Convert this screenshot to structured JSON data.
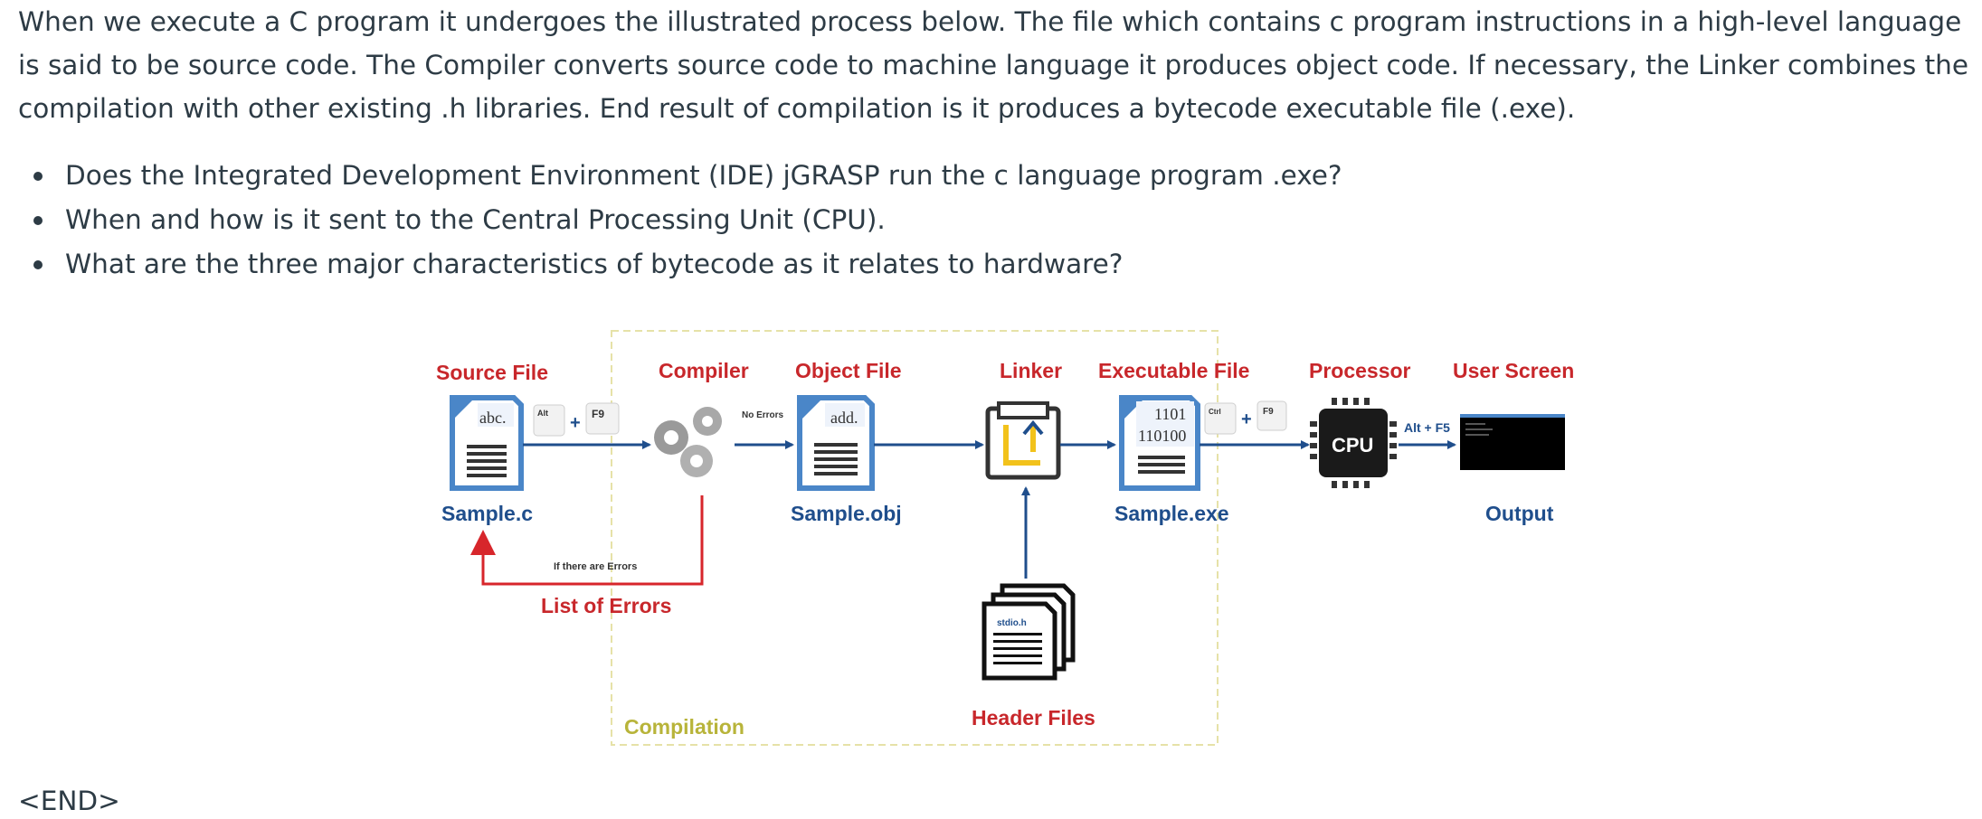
{
  "intro_text": "When we execute a C program it undergoes the illustrated process below.  The file which contains c program instructions in a high-level language is said to be source code.  The Compiler converts source code to machine language it produces object code.  If necessary, the Linker combines the compilation with other existing .h libraries.  End result of compilation is it produces a bytecode executable file (.exe).",
  "questions": [
    "Does the Integrated Development Environment (IDE)  jGRASP run the c language program .exe?",
    "When and how is it sent to the Central Processing Unit (CPU).",
    "What are the three major characteristics of bytecode as it relates to hardware?"
  ],
  "end_marker": "<END>",
  "diagram": {
    "labels": {
      "source_file": "Source File",
      "compiler": "Compiler",
      "object_file": "Object File",
      "linker": "Linker",
      "executable_file": "Executable File",
      "processor": "Processor",
      "user_screen": "User Screen"
    },
    "file_names": {
      "source": "Sample.c",
      "object": "Sample.obj",
      "executable": "Sample.exe",
      "output": "Output"
    },
    "doc_texts": {
      "source": "abc.",
      "object": "add.",
      "exe_line1": "1101",
      "exe_line2": "110100",
      "header": "stdio.h"
    },
    "keys": {
      "alt": "Alt",
      "f9": "F9",
      "ctrl": "Ctrl",
      "f9_run": "F9",
      "plus": "+",
      "alt_f5": "Alt + F5"
    },
    "cpu_label": "CPU",
    "no_errors": "No Errors",
    "if_errors": "If there are Errors",
    "list_of_errors": "List of Errors",
    "header_files": "Header Files",
    "compilation": "Compilation",
    "colors": {
      "label_red": "#c8272b",
      "arrow_blue": "#1f4e8c",
      "doc_blue": "#4a86c8",
      "compilation_olive": "#b8b43a",
      "dashed_box": "#e6e2a8"
    }
  }
}
